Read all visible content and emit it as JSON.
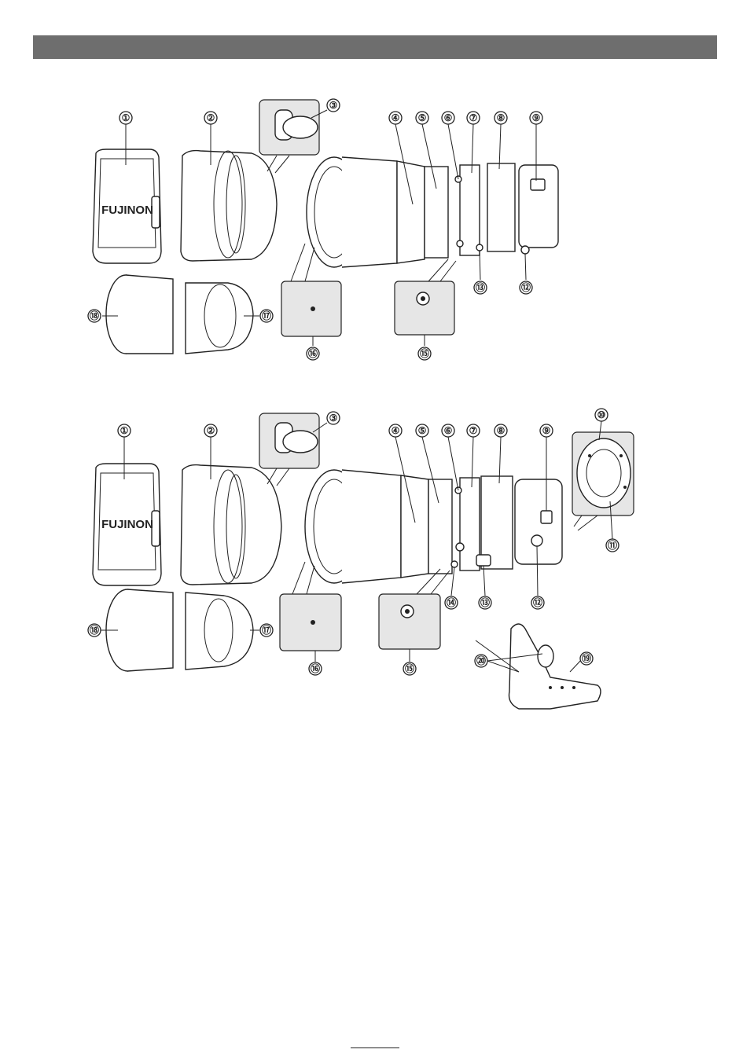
{
  "cap_brand": "FUJINON",
  "figure_top": {
    "callouts": [
      "①",
      "②",
      "③",
      "④",
      "⑤",
      "⑥",
      "⑦",
      "⑧",
      "⑨",
      "⑫",
      "⑬",
      "⑮",
      "⑯",
      "⑰",
      "⑱"
    ]
  },
  "figure_bottom": {
    "callouts": [
      "①",
      "②",
      "③",
      "④",
      "⑤",
      "⑥",
      "⑦",
      "⑧",
      "⑨",
      "⑩",
      "⑪",
      "⑫",
      "⑬",
      "⑭",
      "⑮",
      "⑯",
      "⑰",
      "⑱",
      "⑲",
      "⑳"
    ]
  }
}
